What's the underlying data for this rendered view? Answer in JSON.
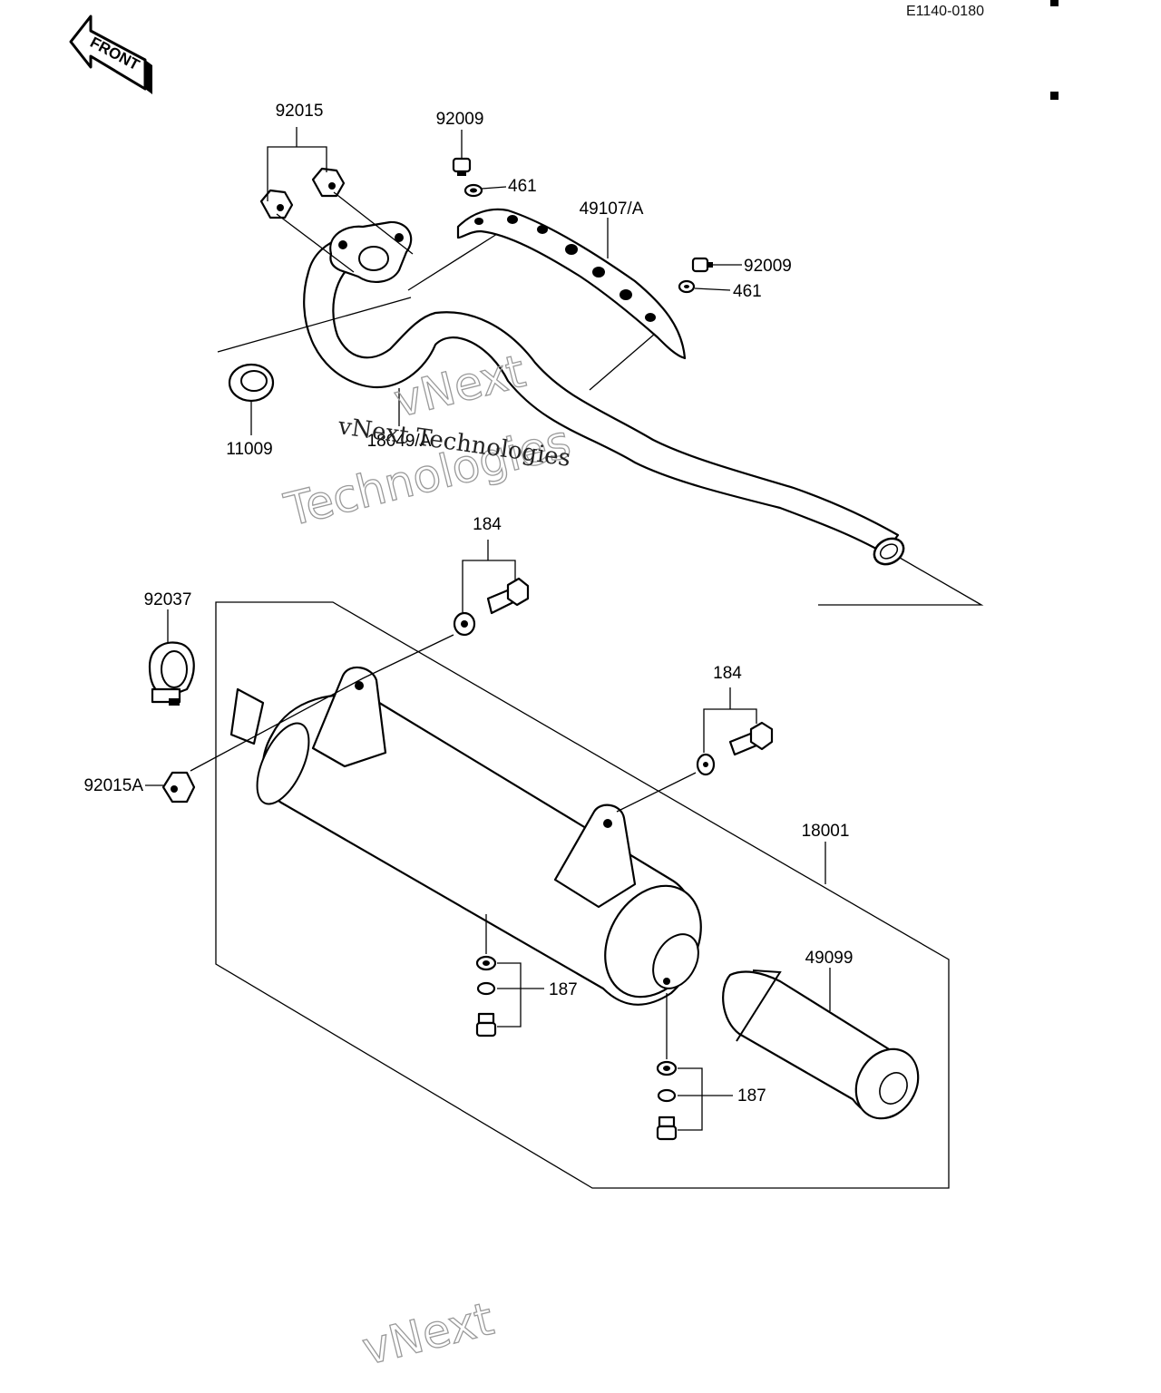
{
  "reference_code": "E1140-0180",
  "front_arrow": {
    "label": "FRONT"
  },
  "callouts": {
    "p92015": "92015",
    "p92009_top": "92009",
    "p461_top": "461",
    "p49107a": "49107/A",
    "p92009_right": "92009",
    "p461_right": "461",
    "p11009": "11009",
    "p18049a": "18049/A",
    "p184_top": "184",
    "p92037": "92037",
    "p184_right": "184",
    "p92015a": "92015A",
    "p18001": "18001",
    "p49099": "49099",
    "p187_left": "187",
    "p187_right": "187"
  },
  "watermarks": {
    "brand": "vNext",
    "company": "Technologies",
    "inline": "vNext Technologies"
  }
}
